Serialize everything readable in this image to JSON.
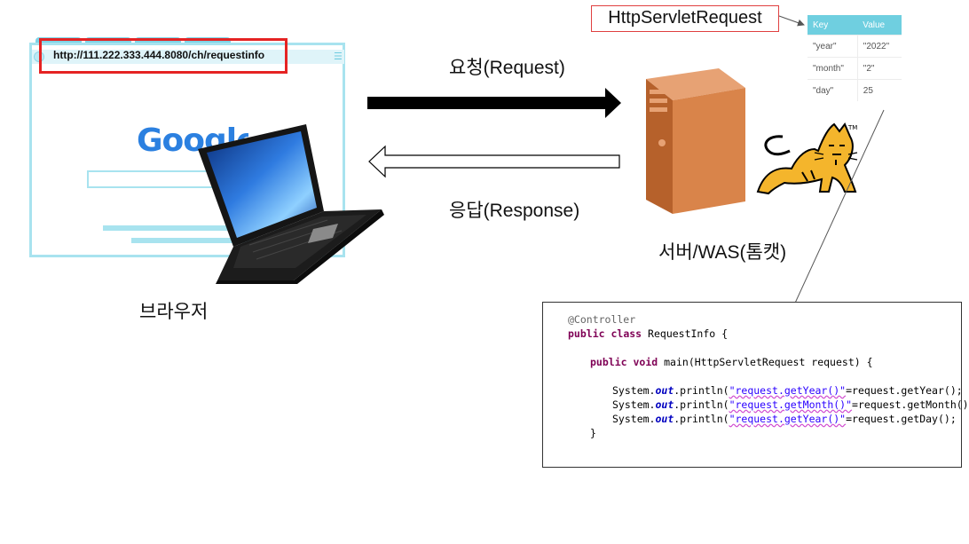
{
  "browser": {
    "url": "http://111.222.333.444.8080/ch/requestinfo",
    "logo": "Google",
    "label": "브라우저"
  },
  "request": {
    "label": "요청(Request)"
  },
  "response": {
    "label": "응답(Response)"
  },
  "server": {
    "label": "서버/WAS(톰캣)",
    "tomcat_tm": "TM"
  },
  "http_servlet_request": {
    "label": "HttpServletRequest"
  },
  "kv_table": {
    "headers": [
      "Key",
      "Value"
    ],
    "rows": [
      {
        "key": "\"year\"",
        "value": "\"2022\""
      },
      {
        "key": "\"month\"",
        "value": "\"2\""
      },
      {
        "key": "\"day\"",
        "value": "25"
      }
    ]
  },
  "code": {
    "annotation": "@Controller",
    "kw_public": "public",
    "kw_class": "class",
    "class_name": "RequestInfo {",
    "kw_void": "void",
    "method_sig": "main(HttpServletRequest request) {",
    "sys_prefix": "System.",
    "out": "out",
    "println": ".println(",
    "lines": [
      {
        "str": "\"request.getYear()\"",
        "rest": "=request.getYear();"
      },
      {
        "str": "\"request.getMonth()\"",
        "rest": "=request.getMonth();"
      },
      {
        "str": "\"request.getYear()\"",
        "rest": "=request.getDay();"
      }
    ],
    "close": "}"
  },
  "colors": {
    "browser_accent": "#a8e3ef",
    "highlight_red": "#e52323",
    "server_orange": "#d9844a",
    "table_header": "#6fcfe0"
  }
}
